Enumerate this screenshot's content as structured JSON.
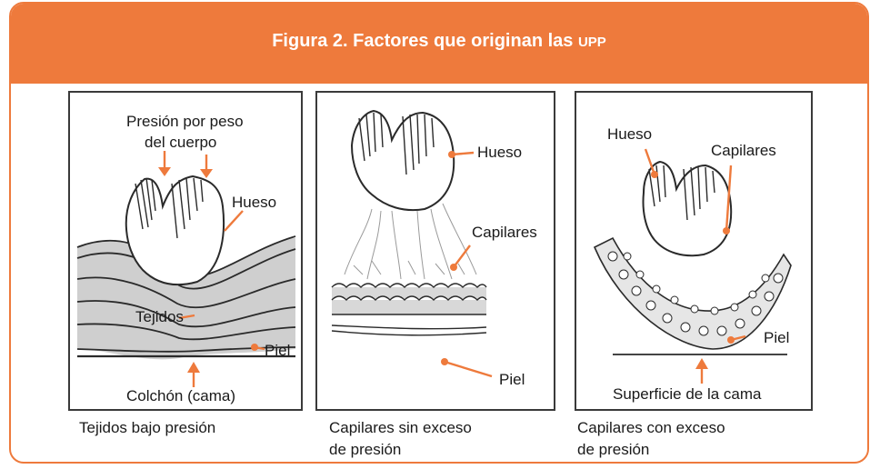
{
  "figure": {
    "title_prefix": "Figura 2. Factores que originan las ",
    "title_abbr": "UPP",
    "colors": {
      "accent": "#ee7a3c",
      "tissue": "#cfcfcf",
      "ink": "#2a2a2a"
    }
  },
  "panels": [
    {
      "labels": {
        "pressure_line1": "Presión por peso",
        "pressure_line2": "del cuerpo",
        "bone": "Hueso",
        "tissues": "Tejidos",
        "skin": "Piel",
        "mattress": "Colchón (cama)"
      },
      "caption": "Tejidos bajo presión"
    },
    {
      "labels": {
        "bone": "Hueso",
        "capillaries": "Capilares",
        "skin": "Piel"
      },
      "caption_line1": "Capilares sin exceso",
      "caption_line2": "de presión"
    },
    {
      "labels": {
        "bone": "Hueso",
        "capillaries": "Capilares",
        "skin": "Piel",
        "surface": "Superficie de la cama"
      },
      "caption_line1": "Capilares con exceso",
      "caption_line2": "de presión"
    }
  ]
}
